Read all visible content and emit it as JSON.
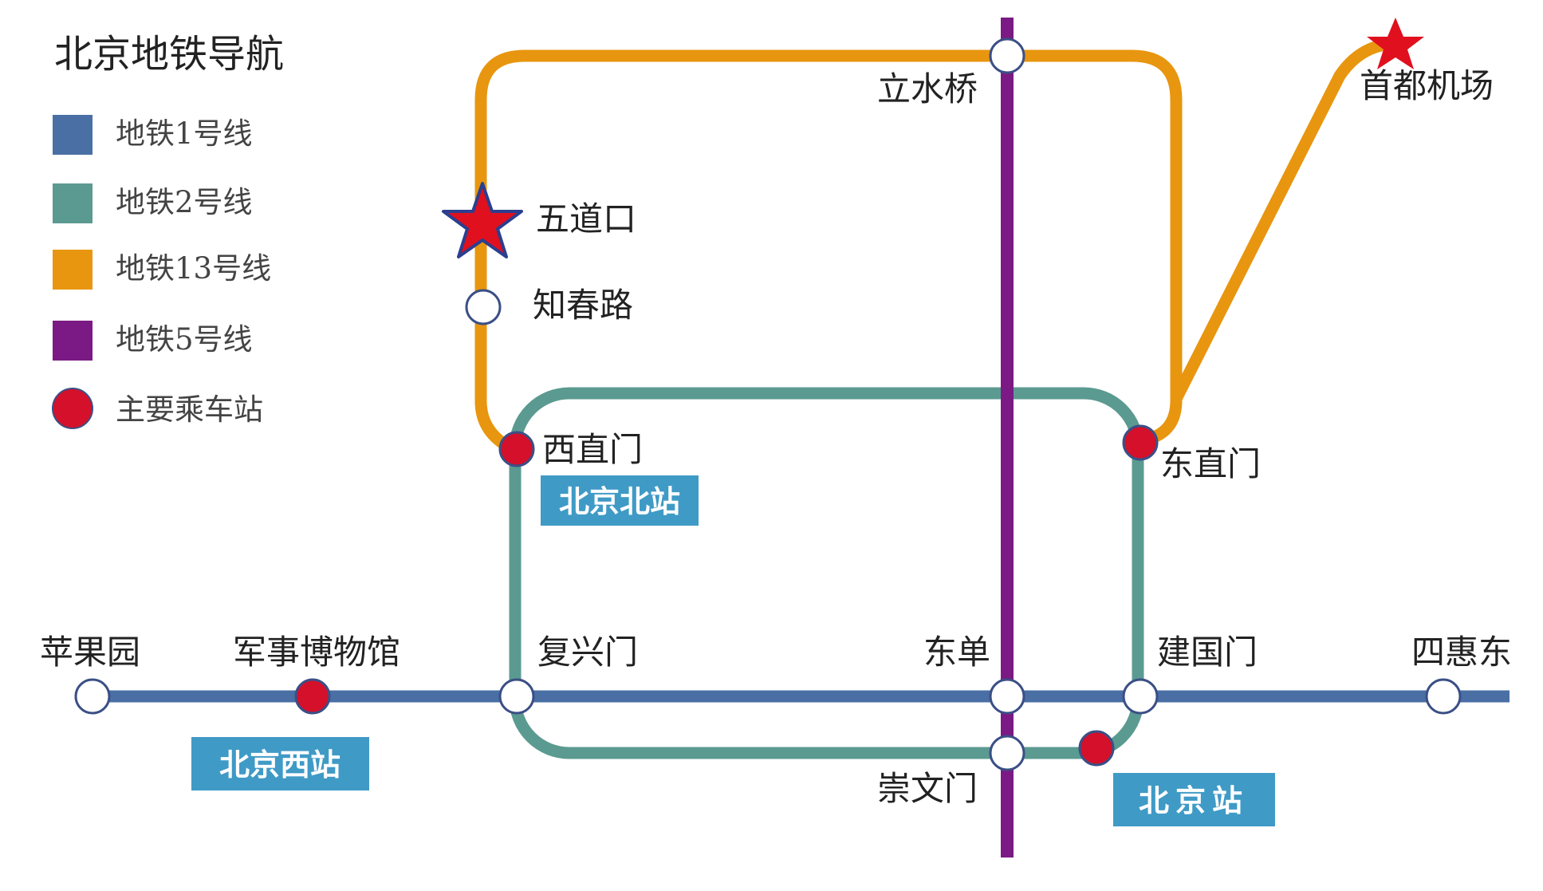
{
  "title": "北京地铁导航",
  "colors": {
    "line1": "#4a6fa5",
    "line2": "#5b9a91",
    "line13": "#e8960f",
    "line5": "#7b1a84",
    "major_station": "#d4102a",
    "star": "#e0101e",
    "star_outline": "#2b3f8f",
    "rail_box": "#3f9ac6",
    "station_fill": "#ffffff",
    "station_stroke": "#3b4f86"
  },
  "legend": {
    "line1": "地铁1号线",
    "line2": "地铁2号线",
    "line13": "地铁13号线",
    "line5": "地铁5号线",
    "major_station": "主要乘车站"
  },
  "stations": {
    "lishuiqiao": "立水桥",
    "shoudujichang": "首都机场",
    "wudaokou": "五道口",
    "zhichunlu": "知春路",
    "xizhimen": "西直门",
    "dongzhimen": "东直门",
    "pingguoyuan": "苹果园",
    "junshibowuguan": "军事博物馆",
    "fuxingmen": "复兴门",
    "dongdan": "东单",
    "jianguomen": "建国门",
    "sihuidong": "四惠东",
    "chongwenmen": "崇文门"
  },
  "rail_stations": {
    "beijingbei": "北京北站",
    "beijingxi": "北京西站",
    "beijing": "北京站"
  }
}
